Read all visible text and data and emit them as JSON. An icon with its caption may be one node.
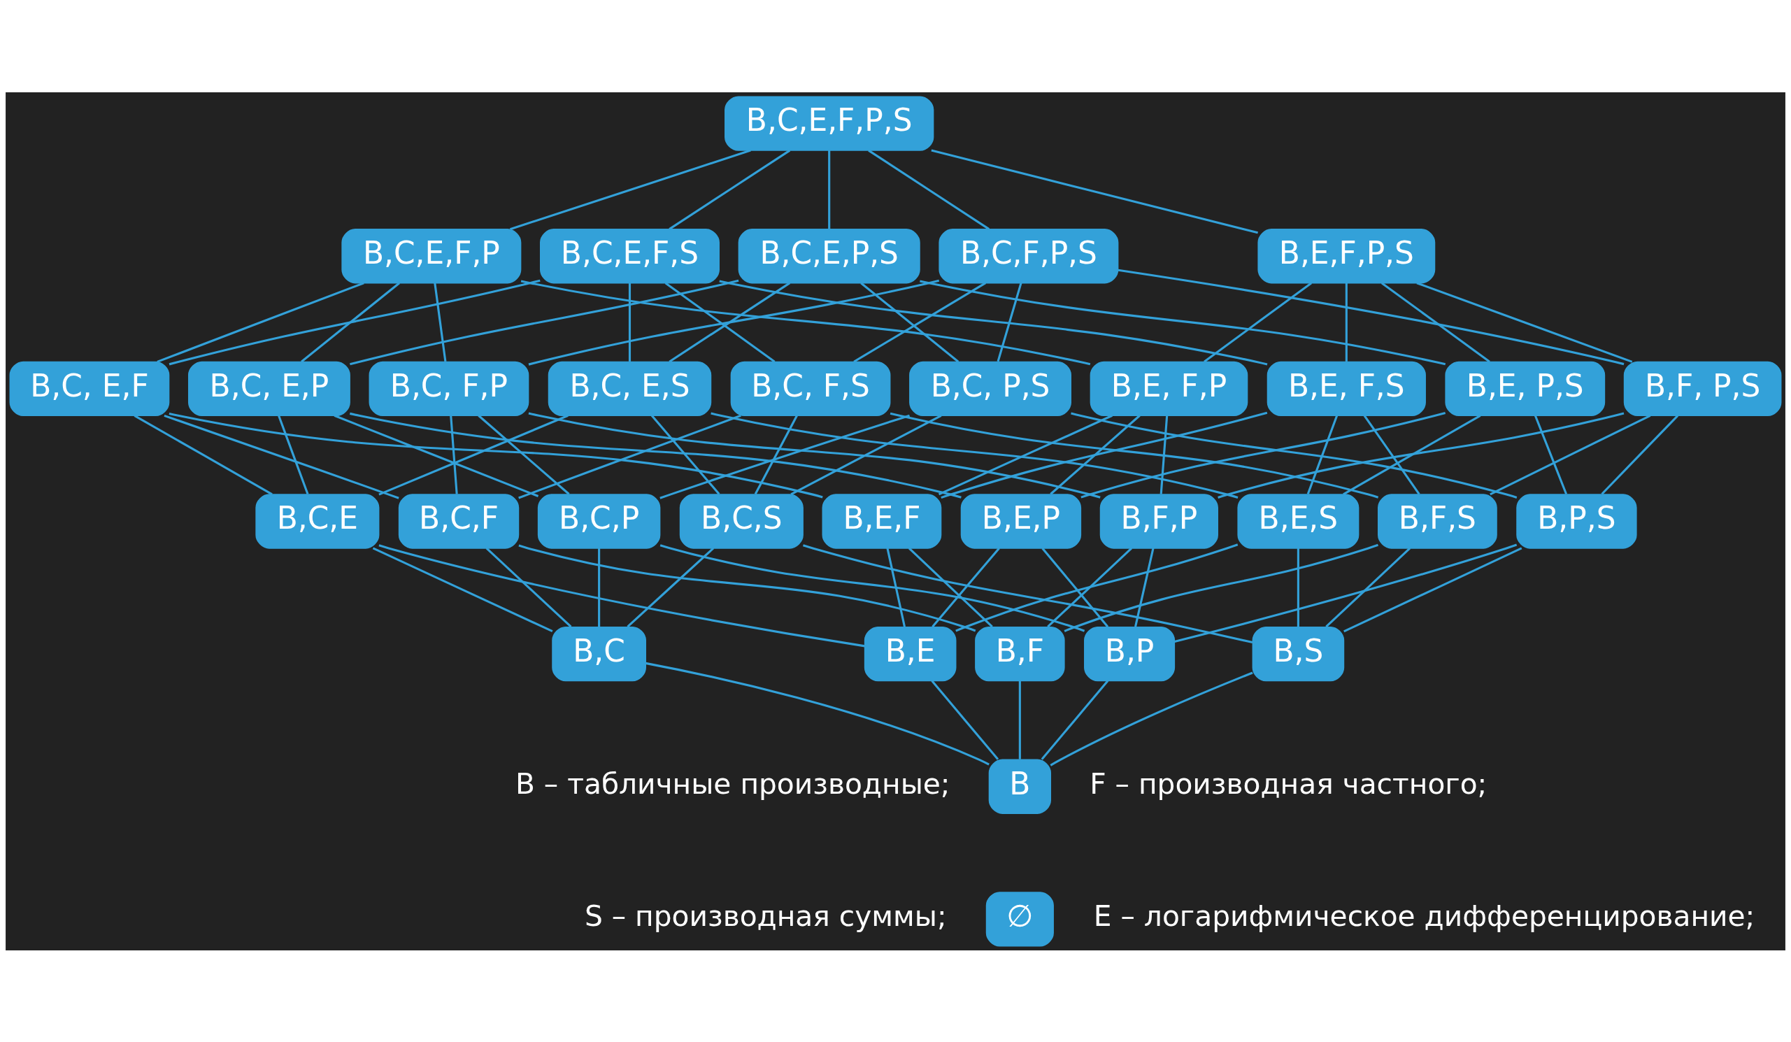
{
  "diagram": {
    "nodes": [
      {
        "text": [
          "B,C,E,F,P,S"
        ]
      },
      {
        "text": [
          "B,C,E,F,P"
        ]
      },
      {
        "text": [
          "B,C,E,F,S"
        ]
      },
      {
        "text": [
          "B,C,E,P,S"
        ]
      },
      {
        "text": [
          "B,C,F,P,S"
        ]
      },
      {
        "text": [
          "B,E,F,P,S"
        ]
      },
      {
        "text": [
          "B,C, E,F"
        ]
      },
      {
        "text": [
          "B,C, E,P"
        ]
      },
      {
        "text": [
          "B,C, F,P"
        ]
      },
      {
        "text": [
          "B,E, F,P"
        ]
      },
      {
        "text": [
          "B,C, E,S"
        ]
      },
      {
        "text": [
          "B,C, F,S"
        ]
      },
      {
        "text": [
          "B,C, P,S"
        ]
      },
      {
        "text": [
          "B,E, F,S"
        ]
      },
      {
        "text": [
          "B,E, P,S"
        ]
      },
      {
        "text": [
          "B,F, P,S"
        ]
      },
      {
        "text": [
          "B,C,E"
        ]
      },
      {
        "text": [
          "B,C,F"
        ]
      },
      {
        "text": [
          "B,C,P"
        ]
      },
      {
        "text": [
          "B,E,F"
        ]
      },
      {
        "text": [
          "B,E,P"
        ]
      },
      {
        "text": [
          "B,F,P"
        ]
      },
      {
        "text": [
          "B,C,S"
        ]
      },
      {
        "text": [
          "B,E,S"
        ]
      },
      {
        "text": [
          "B,F,S"
        ]
      },
      {
        "text": [
          "B,P,S"
        ]
      },
      {
        "text": [
          "B,C"
        ]
      },
      {
        "text": [
          "B,E"
        ]
      },
      {
        "text": [
          "B,F"
        ]
      },
      {
        "text": [
          "B,P"
        ]
      },
      {
        "text": [
          "B,S"
        ]
      },
      {
        "text": [
          "B"
        ]
      },
      {
        "text": [
          "∅"
        ]
      }
    ],
    "edges": [
      {
        "from": 0,
        "to": 1,
        "arrow": "none"
      },
      {
        "from": 0,
        "to": 2,
        "arrow": "none"
      },
      {
        "from": 0,
        "to": 3,
        "arrow": "none"
      },
      {
        "from": 0,
        "to": 4,
        "arrow": "none"
      },
      {
        "from": 0,
        "to": 5,
        "arrow": "none"
      },
      {
        "from": 1,
        "to": 6,
        "arrow": "none"
      },
      {
        "from": 1,
        "to": 7,
        "arrow": "none"
      },
      {
        "from": 1,
        "to": 8,
        "arrow": "none"
      },
      {
        "from": 1,
        "to": 9,
        "arrow": "none"
      },
      {
        "from": 2,
        "to": 6,
        "arrow": "none"
      },
      {
        "from": 2,
        "to": 10,
        "arrow": "none"
      },
      {
        "from": 2,
        "to": 11,
        "arrow": "none"
      },
      {
        "from": 2,
        "to": 13,
        "arrow": "none"
      },
      {
        "from": 3,
        "to": 7,
        "arrow": "none"
      },
      {
        "from": 3,
        "to": 10,
        "arrow": "none"
      },
      {
        "from": 3,
        "to": 12,
        "arrow": "none"
      },
      {
        "from": 3,
        "to": 14,
        "arrow": "none"
      },
      {
        "from": 4,
        "to": 8,
        "arrow": "none"
      },
      {
        "from": 4,
        "to": 11,
        "arrow": "none"
      },
      {
        "from": 4,
        "to": 12,
        "arrow": "none"
      },
      {
        "from": 4,
        "to": 15,
        "arrow": "none"
      },
      {
        "from": 5,
        "to": 9,
        "arrow": "none"
      },
      {
        "from": 5,
        "to": 13,
        "arrow": "none"
      },
      {
        "from": 5,
        "to": 14,
        "arrow": "none"
      },
      {
        "from": 5,
        "to": 15,
        "arrow": "none"
      },
      {
        "from": 6,
        "to": 16,
        "arrow": "none"
      },
      {
        "from": 6,
        "to": 17,
        "arrow": "none"
      },
      {
        "from": 6,
        "to": 19,
        "arrow": "none"
      },
      {
        "from": 7,
        "to": 16,
        "arrow": "none"
      },
      {
        "from": 7,
        "to": 18,
        "arrow": "none"
      },
      {
        "from": 7,
        "to": 20,
        "arrow": "none"
      },
      {
        "from": 8,
        "to": 17,
        "arrow": "none"
      },
      {
        "from": 8,
        "to": 18,
        "arrow": "none"
      },
      {
        "from": 8,
        "to": 21,
        "arrow": "none"
      },
      {
        "from": 9,
        "to": 19,
        "arrow": "none"
      },
      {
        "from": 9,
        "to": 20,
        "arrow": "none"
      },
      {
        "from": 9,
        "to": 21,
        "arrow": "none"
      },
      {
        "from": 10,
        "to": 16,
        "arrow": "none"
      },
      {
        "from": 10,
        "to": 22,
        "arrow": "none"
      },
      {
        "from": 10,
        "to": 23,
        "arrow": "none"
      },
      {
        "from": 11,
        "to": 17,
        "arrow": "none"
      },
      {
        "from": 11,
        "to": 22,
        "arrow": "none"
      },
      {
        "from": 11,
        "to": 24,
        "arrow": "none"
      },
      {
        "from": 12,
        "to": 18,
        "arrow": "none"
      },
      {
        "from": 12,
        "to": 22,
        "arrow": "none"
      },
      {
        "from": 12,
        "to": 25,
        "arrow": "none"
      },
      {
        "from": 13,
        "to": 19,
        "arrow": "none"
      },
      {
        "from": 13,
        "to": 23,
        "arrow": "none"
      },
      {
        "from": 13,
        "to": 24,
        "arrow": "none"
      },
      {
        "from": 14,
        "to": 20,
        "arrow": "none"
      },
      {
        "from": 14,
        "to": 23,
        "arrow": "none"
      },
      {
        "from": 14,
        "to": 25,
        "arrow": "none"
      },
      {
        "from": 15,
        "to": 21,
        "arrow": "none"
      },
      {
        "from": 15,
        "to": 24,
        "arrow": "none"
      },
      {
        "from": 15,
        "to": 25,
        "arrow": "none"
      },
      {
        "from": 16,
        "to": 26,
        "arrow": "none"
      },
      {
        "from": 16,
        "to": 27,
        "arrow": "none"
      },
      {
        "from": 17,
        "to": 26,
        "arrow": "none"
      },
      {
        "from": 17,
        "to": 28,
        "arrow": "none"
      },
      {
        "from": 18,
        "to": 26,
        "arrow": "none"
      },
      {
        "from": 18,
        "to": 29,
        "arrow": "none"
      },
      {
        "from": 19,
        "to": 27,
        "arrow": "none"
      },
      {
        "from": 19,
        "to": 28,
        "arrow": "none"
      },
      {
        "from": 20,
        "to": 27,
        "arrow": "none"
      },
      {
        "from": 20,
        "to": 29,
        "arrow": "none"
      },
      {
        "from": 21,
        "to": 28,
        "arrow": "none"
      },
      {
        "from": 21,
        "to": 29,
        "arrow": "none"
      },
      {
        "from": 22,
        "to": 26,
        "arrow": "none"
      },
      {
        "from": 22,
        "to": 30,
        "arrow": "none"
      },
      {
        "from": 23,
        "to": 27,
        "arrow": "none"
      },
      {
        "from": 23,
        "to": 30,
        "arrow": "none"
      },
      {
        "from": 24,
        "to": 28,
        "arrow": "none"
      },
      {
        "from": 24,
        "to": 30,
        "arrow": "none"
      },
      {
        "from": 25,
        "to": 29,
        "arrow": "none"
      },
      {
        "from": 25,
        "to": 30,
        "arrow": "none"
      },
      {
        "from": 26,
        "to": 31,
        "arrow": "none"
      },
      {
        "from": 27,
        "to": 31,
        "arrow": "none"
      },
      {
        "from": 28,
        "to": 31,
        "arrow": "none"
      },
      {
        "from": 29,
        "to": 31,
        "arrow": "none"
      },
      {
        "from": 30,
        "to": 31,
        "arrow": "none"
      }
    ],
    "labels": [
      "B – табличные производные;",
      "F – производная частного;",
      "S – производная суммы;",
      "E – логарифмическое дифференцирование;"
    ]
  }
}
